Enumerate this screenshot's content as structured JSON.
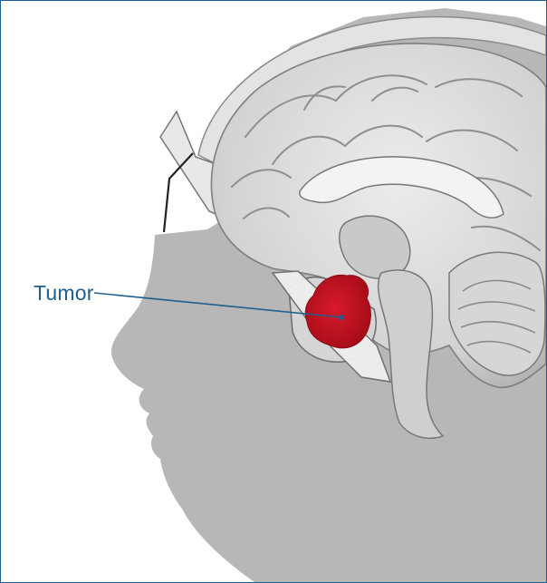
{
  "illustration": {
    "callout_label": "Tumor",
    "colors": {
      "frame": "#1f5f8f",
      "label": "#1f5f8f",
      "leader_line": "#1f5f8f",
      "head_silhouette": "#b7b7b7",
      "brain_tissue": "#d9d9d9",
      "brain_folds": "#8f8f8f",
      "tumor": "#c4101f",
      "background": "#ffffff"
    },
    "icons": [
      "head-silhouette",
      "brain-cross-section",
      "skull-outline",
      "cerebellum",
      "brainstem"
    ]
  }
}
